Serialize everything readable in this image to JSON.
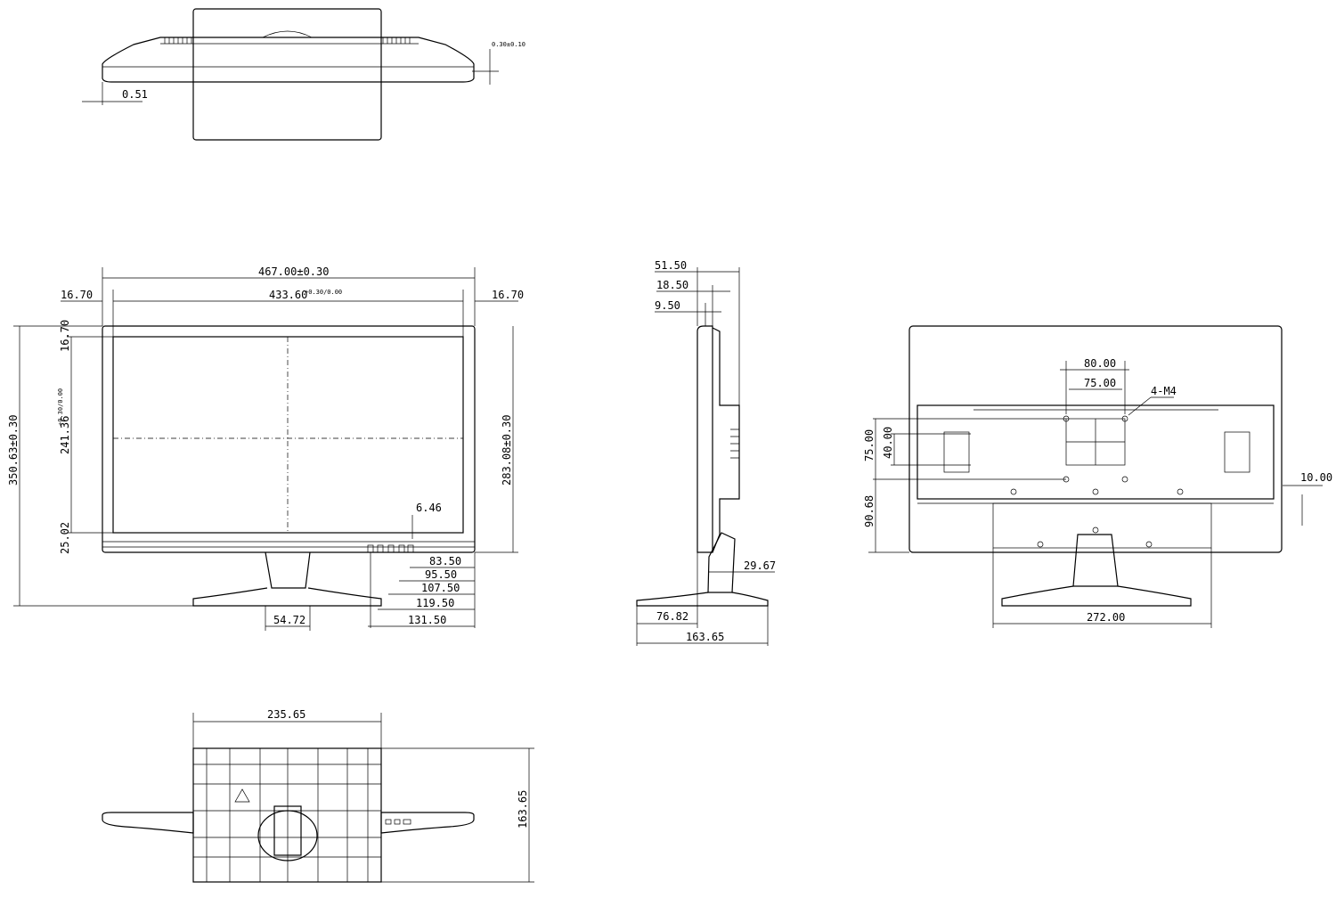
{
  "top_view": {
    "dim_offset": "0.51",
    "dim_tol": "0.30±0.10"
  },
  "front_view": {
    "width_total": "467.00±0.30",
    "width_screen": "433.60",
    "width_screen_tol": "+0.30/0.00",
    "bezel_left": "16.70",
    "bezel_right": "16.70",
    "bezel_top": "16.70",
    "height_total": "350.63±0.30",
    "height_screen": "241.36",
    "height_screen_tol": "+0.30/0.00",
    "bezel_bottom": "25.02",
    "height_panel": "283.08±0.30",
    "button_offset": "6.46",
    "btn_dims": [
      "83.50",
      "95.50",
      "107.50",
      "119.50",
      "131.50"
    ],
    "neck_width": "54.72"
  },
  "side_view": {
    "depth_total": "51.50",
    "depth_mid": "18.50",
    "depth_panel": "9.50",
    "neck_depth": "29.67",
    "base_front": "76.82",
    "base_depth": "163.65"
  },
  "back_view": {
    "vesa_outer": "80.00",
    "vesa_inner": "75.00",
    "screw_label": "4-M4",
    "vesa_vertical": "75.00",
    "vesa_vertical_inner": "40.00",
    "vesa_height": "90.68",
    "edge_offset": "10.00",
    "base_width": "272.00"
  },
  "bottom_view": {
    "base_width": "235.65",
    "base_depth": "163.65"
  }
}
